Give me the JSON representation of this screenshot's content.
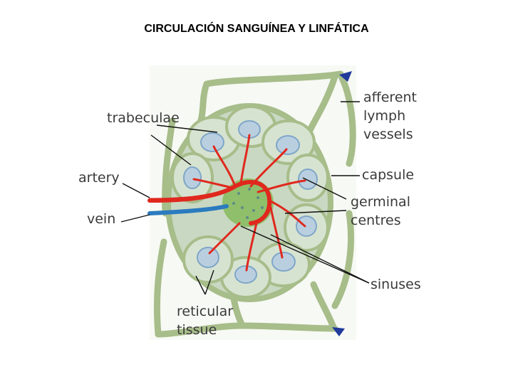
{
  "slide": {
    "title": "CIRCULACIÓN SANGUÍNEA Y LINFÁTICA"
  },
  "diagram": {
    "labels": {
      "trabeculae": "trabeculae",
      "artery": "artery",
      "vein": "vein",
      "afferent_1": "afferent",
      "afferent_2": "lymph",
      "afferent_3": "vessels",
      "capsule": "capsule",
      "germinal_1": "germinal",
      "germinal_2": "centres",
      "sinuses": "sinuses",
      "reticular_1": "reticular",
      "reticular_2": "tissue"
    },
    "colors": {
      "artery": "#e0281e",
      "vein": "#2b7bbf",
      "lymph_vessel": "#a7bd8a",
      "tissue": "#c9d8c2",
      "germinal": "#7fa6c8",
      "arrow": "#1f3a9a"
    }
  }
}
